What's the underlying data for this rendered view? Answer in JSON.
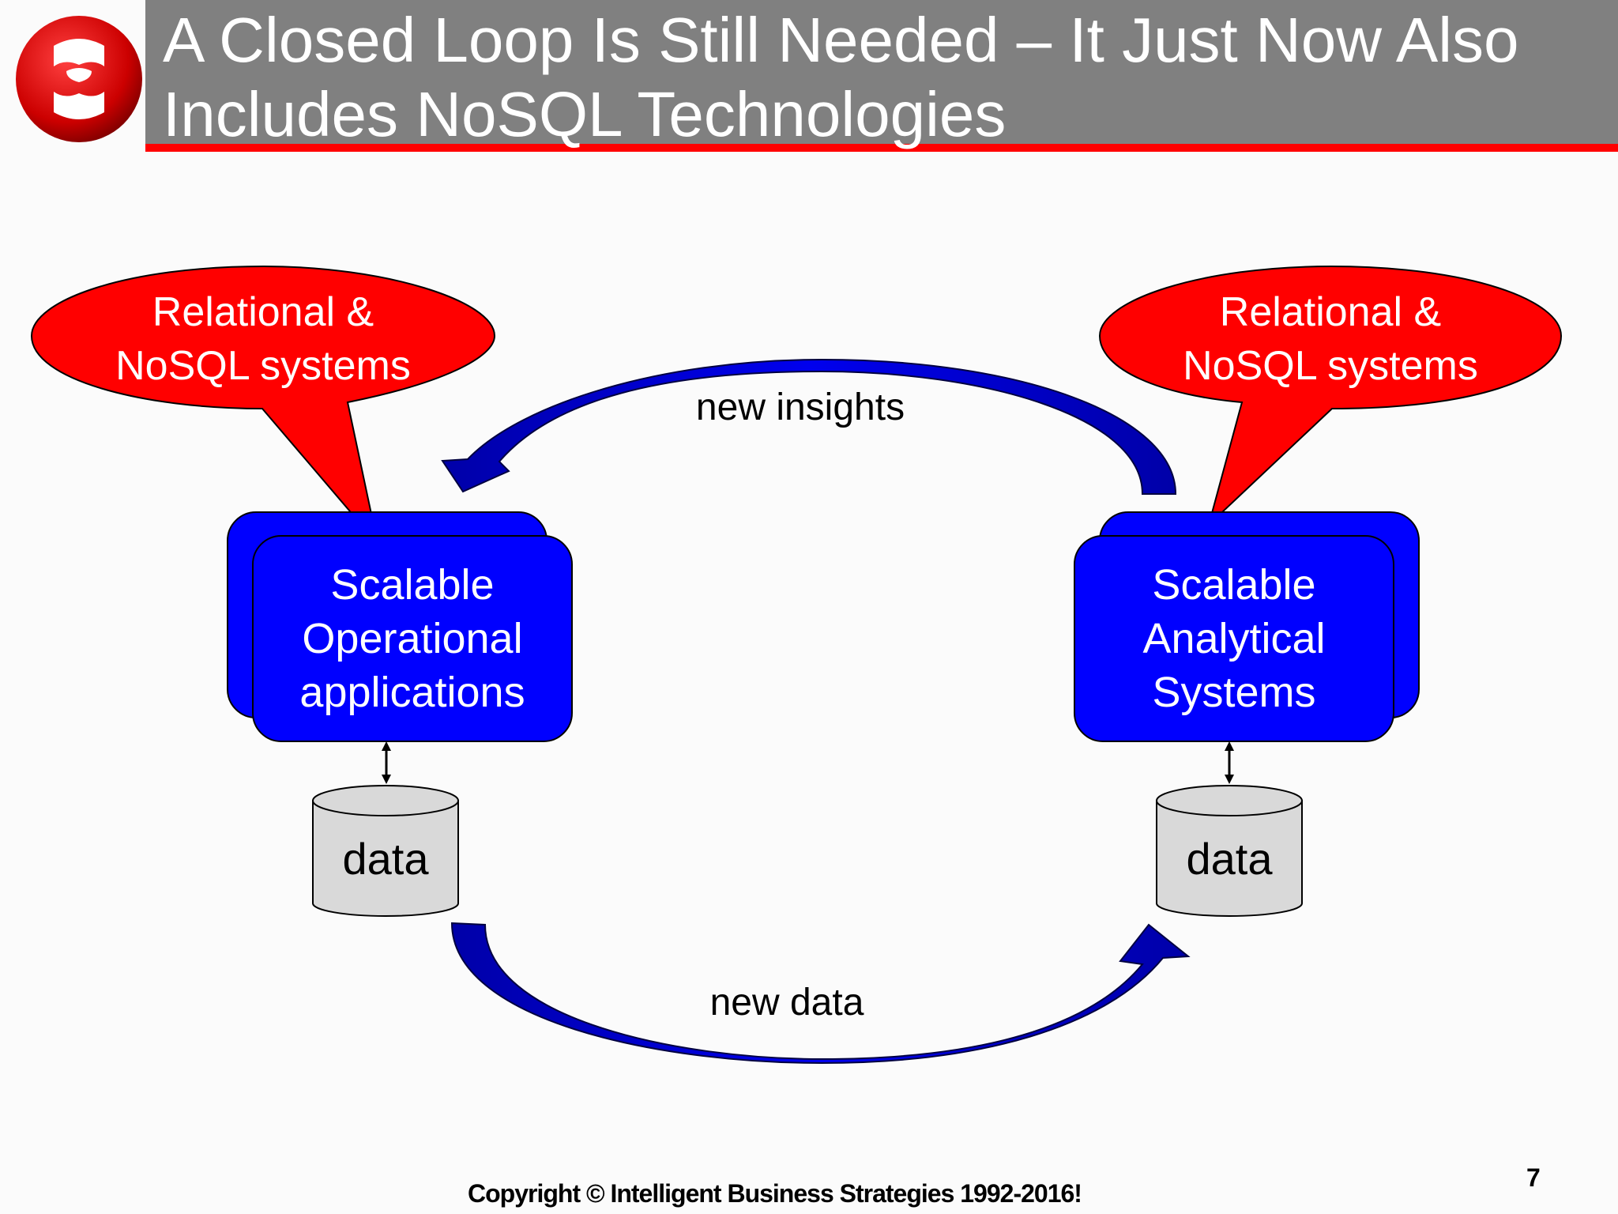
{
  "slide": {
    "title_line1": "A Closed Loop Is Still Needed – It Just Now Also",
    "title_line2": "Includes NoSQL Technologies",
    "copyright": "Copyright © Intelligent Business Strategies 1992-2016!",
    "slide_number": "7"
  },
  "colors": {
    "header": "#808080",
    "accent_red": "#ff0000",
    "box_blue": "#0000ff",
    "arrow_blue": "#0000cc",
    "cylinder": "#d9d9d9"
  },
  "diagram": {
    "left_callout": {
      "line1": "Relational &",
      "line2": "NoSQL systems"
    },
    "right_callout": {
      "line1": "Relational &",
      "line2": "NoSQL systems"
    },
    "left_box": {
      "line1": "Scalable",
      "line2": "Operational",
      "line3": "applications"
    },
    "right_box": {
      "line1": "Scalable",
      "line2": "Analytical",
      "line3": "Systems"
    },
    "left_store": "data",
    "right_store": "data",
    "top_arrow_label": "new insights",
    "bottom_arrow_label": "new data"
  }
}
